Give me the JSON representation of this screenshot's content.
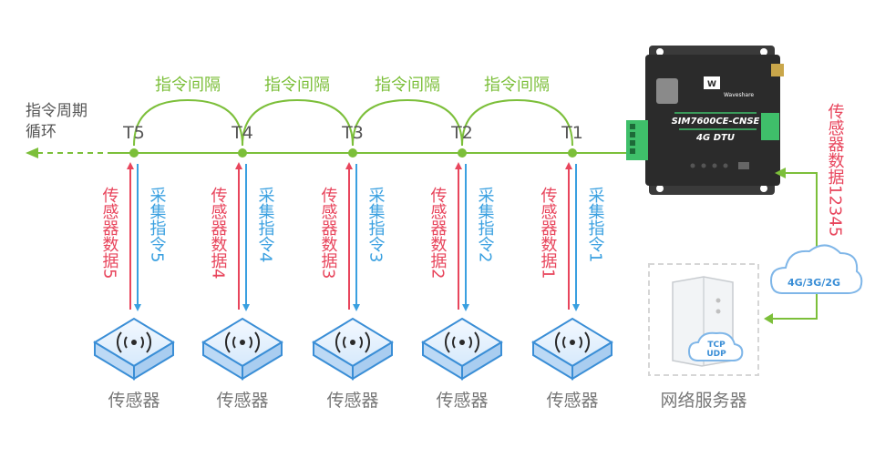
{
  "cycle_label_line1": "指令周期",
  "cycle_label_line2": "循环",
  "interval_label": "指令间隔",
  "timepoints": [
    "T5",
    "T4",
    "T3",
    "T2",
    "T1"
  ],
  "sensor_data_labels": [
    "传感器数据5",
    "传感器数据4",
    "传感器数据3",
    "传感器数据2",
    "传感器数据1"
  ],
  "collect_cmd_labels": [
    "采集指令5",
    "采集指令4",
    "采集指令3",
    "采集指令2",
    "采集指令1"
  ],
  "sensor_label": "传感器",
  "server_label": "网络服务器",
  "right_data_label": "传感器数据12345",
  "network_label": "4G/3G/2G",
  "protocol_line1": "TCP",
  "protocol_line2": "UDP",
  "device": {
    "model": "SIM7600CE-CNSE",
    "type": "4G DTU",
    "brand": "Waveshare"
  },
  "colors": {
    "green": "#7cbf3a",
    "red": "#e8455c",
    "blue": "#3aa0e0",
    "device_body": "#2b2b2b",
    "terminal_green": "#3fbf6a"
  }
}
